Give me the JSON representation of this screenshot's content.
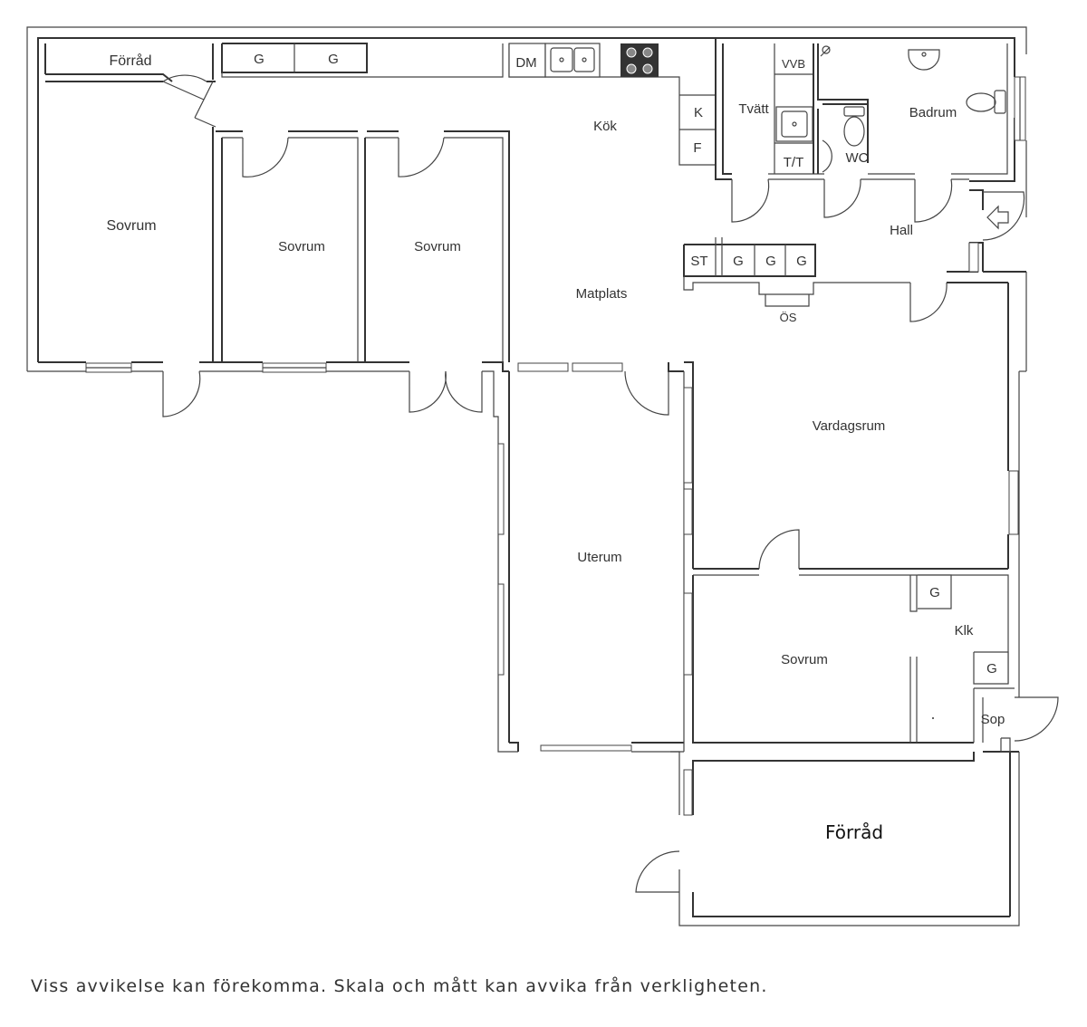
{
  "rooms": {
    "forrad_top": "Förråd",
    "sovrum_1": "Sovrum",
    "sovrum_2": "Sovrum",
    "sovrum_3": "Sovrum",
    "kok": "Kök",
    "matplats": "Matplats",
    "tvatt": "Tvätt",
    "badrum": "Badrum",
    "wc": "WC",
    "hall": "Hall",
    "vardagsrum": "Vardagsrum",
    "uterum": "Uterum",
    "sovrum_4": "Sovrum",
    "klk": "Klk",
    "sop": "Sop",
    "forrad_bottom": "Förråd"
  },
  "fixtures": {
    "g": "G",
    "dm": "DM",
    "k": "K",
    "f": "F",
    "vvb": "VVB",
    "tt": "T/T",
    "st": "ST",
    "os": "ÖS"
  },
  "disclaimer": "Viss avvikelse kan förekomma. Skala och mått kan avvika från verkligheten."
}
